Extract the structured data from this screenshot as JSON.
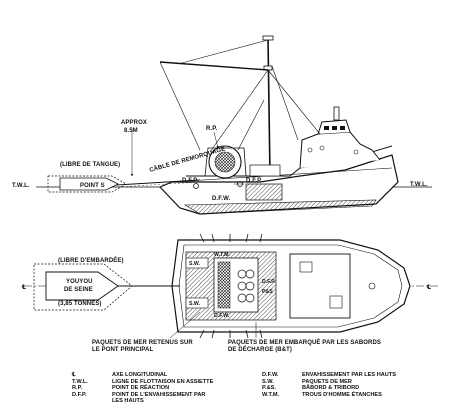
{
  "labels": {
    "approx": "APPROX",
    "approx_value": "8.5M",
    "libre_tangue": "(LIBRE DE TANGUE)",
    "point_s": "POINT S",
    "twl_left": "T.W.L.",
    "twl_right": "T.W.L.",
    "rp": "R.P.",
    "cable": "CÂBLE DE REMORQUAGE",
    "dfp_1": "D.F.P.",
    "dfp_2": "D.F.P.",
    "dfw_side": "D.F.W.",
    "libre_embardee": "(LIBRE D'EMBARDÉE)",
    "youyou": "YOUYOU",
    "de_seine": "DE SEINE",
    "tonnes": "(3,85 TONNES)",
    "sw_top": "S.W.",
    "sw_bottom": "S.W.",
    "wtm": "W.T.M.",
    "dfw_plan": "D.F.W.",
    "dfp_plan": "D.F.P.",
    "ps": "P&S",
    "paquets_retenus_1": "PAQUETS DE MER RETENUS SUR",
    "paquets_retenus_2": "LE PONT PRINCIPAL",
    "paquets_embarque_1": "PAQUETS DE MER EMBARQUÉ PAR LES SABORDS",
    "paquets_embarque_2": "DE DÉCHARGE (B&T)"
  },
  "legend": {
    "left": [
      {
        "abbr": "℄",
        "desc": "AXE LONGITUDINAL"
      },
      {
        "abbr": "T.W.L.",
        "desc": "LIGNE DE FLOTTAISON EN ASSIETTE"
      },
      {
        "abbr": "R.P.",
        "desc": "POINT DE RÉACTION"
      },
      {
        "abbr": "D.F.P.",
        "desc": "POINT DE L'ENVAHISSEMENT PAR"
      },
      {
        "abbr": "",
        "desc": "LES HAUTS"
      }
    ],
    "right": [
      {
        "abbr": "D.F.W.",
        "desc": "ENVAHISSEMENT PAR LES HAUTS"
      },
      {
        "abbr": "S.W.",
        "desc": "PAQUETS DE MER"
      },
      {
        "abbr": "P.&S.",
        "desc": "BÂBORD & TRIBORD"
      },
      {
        "abbr": "W.T.M.",
        "desc": "TROUS D'HOMME ÉTANCHES"
      }
    ]
  }
}
